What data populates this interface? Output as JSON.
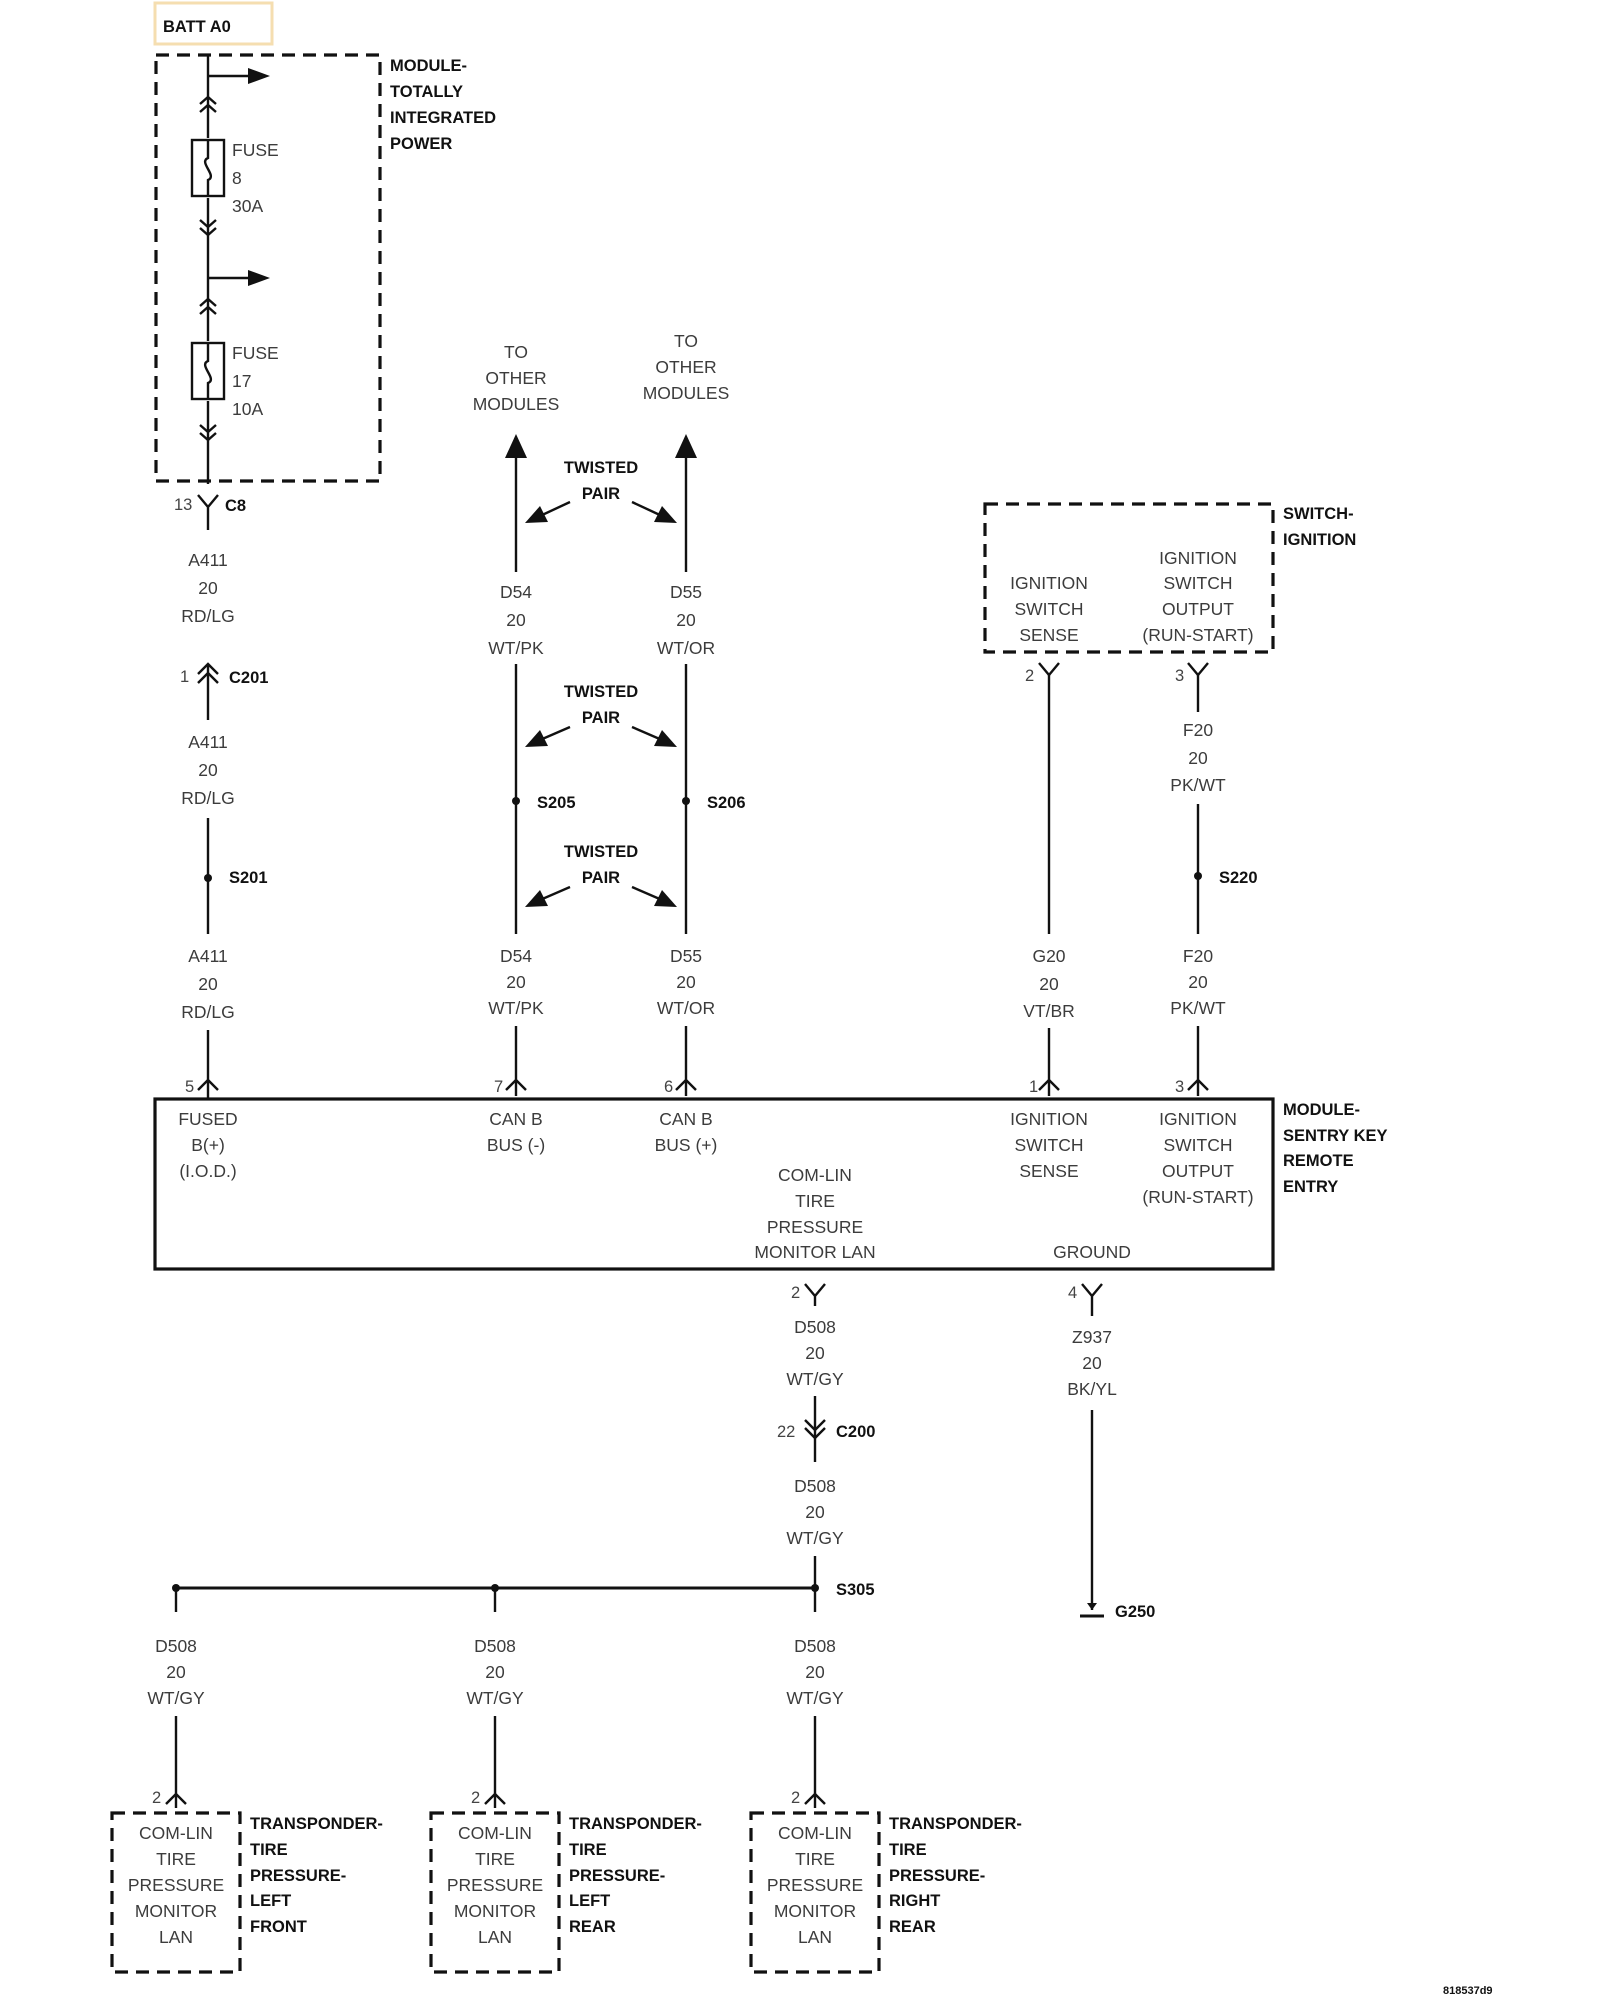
{
  "batt": "BATT A0",
  "module_tip": [
    "MODULE-",
    "TOTALLY",
    "INTEGRATED",
    "POWER"
  ],
  "fuse8": [
    "FUSE",
    "8",
    "30A"
  ],
  "fuse17": [
    "FUSE",
    "17",
    "10A"
  ],
  "c8": {
    "pin": "13",
    "name": "C8"
  },
  "a411_1": [
    "A411",
    "20",
    "RD/LG"
  ],
  "c201": {
    "pin": "1",
    "name": "C201"
  },
  "a411_2": [
    "A411",
    "20",
    "RD/LG"
  ],
  "s201": "S201",
  "a411_3": [
    "A411",
    "20",
    "RD/LG"
  ],
  "to_other_1": [
    "TO",
    "OTHER",
    "MODULES"
  ],
  "to_other_2": [
    "TO",
    "OTHER",
    "MODULES"
  ],
  "twisted_pair": [
    "TWISTED",
    "PAIR"
  ],
  "d54_1": [
    "D54",
    "20",
    "WT/PK"
  ],
  "d55_1": [
    "D55",
    "20",
    "WT/OR"
  ],
  "s205": "S205",
  "s206": "S206",
  "d54_2": [
    "D54",
    "20",
    "WT/PK"
  ],
  "d55_2": [
    "D55",
    "20",
    "WT/OR"
  ],
  "switch_ign": [
    "SWITCH-",
    "IGNITION"
  ],
  "ign_sense": [
    "IGNITION",
    "SWITCH",
    "SENSE"
  ],
  "ign_output": [
    "IGNITION",
    "SWITCH",
    "OUTPUT",
    "(RUN-START)"
  ],
  "sw_pin_sense": "2",
  "sw_pin_output": "3",
  "f20_1": [
    "F20",
    "20",
    "PK/WT"
  ],
  "s220": "S220",
  "g20": [
    "G20",
    "20",
    "VT/BR"
  ],
  "f20_2": [
    "F20",
    "20",
    "PK/WT"
  ],
  "skreem_pins": {
    "p5": "5",
    "p7": "7",
    "p6": "6",
    "p1": "1",
    "p3": "3",
    "p2": "2",
    "p4": "4"
  },
  "skreem_name": [
    "MODULE-",
    "SENTRY KEY",
    "REMOTE",
    "ENTRY"
  ],
  "fused_b": [
    "FUSED",
    "B(+)",
    "(I.O.D.)"
  ],
  "can_b_minus": [
    "CAN B",
    "BUS (-)"
  ],
  "can_b_plus": [
    "CAN B",
    "BUS (+)"
  ],
  "skreem_ign_sense": [
    "IGNITION",
    "SWITCH",
    "SENSE"
  ],
  "skreem_ign_output": [
    "IGNITION",
    "SWITCH",
    "OUTPUT",
    "(RUN-START)"
  ],
  "com_lin": [
    "COM-LIN",
    "TIRE",
    "PRESSURE",
    "MONITOR LAN"
  ],
  "ground": "GROUND",
  "d508_1": [
    "D508",
    "20",
    "WT/GY"
  ],
  "c200": {
    "pin": "22",
    "name": "C200"
  },
  "d508_2": [
    "D508",
    "20",
    "WT/GY"
  ],
  "s305": "S305",
  "z937": [
    "Z937",
    "20",
    "BK/YL"
  ],
  "g250": "G250",
  "d508_lf": [
    "D508",
    "20",
    "WT/GY"
  ],
  "d508_lr": [
    "D508",
    "20",
    "WT/GY"
  ],
  "d508_rr": [
    "D508",
    "20",
    "WT/GY"
  ],
  "transponder_pin": "2",
  "transponder_inner": [
    "COM-LIN",
    "TIRE",
    "PRESSURE",
    "MONITOR",
    "LAN"
  ],
  "tp_lf": [
    "TRANSPONDER-",
    "TIRE",
    "PRESSURE-",
    "LEFT",
    "FRONT"
  ],
  "tp_lr": [
    "TRANSPONDER-",
    "TIRE",
    "PRESSURE-",
    "LEFT",
    "REAR"
  ],
  "tp_rr": [
    "TRANSPONDER-",
    "TIRE",
    "PRESSURE-",
    "RIGHT",
    "REAR"
  ],
  "doc_id": "818537d9",
  "highlight_color": "#f5deb0"
}
